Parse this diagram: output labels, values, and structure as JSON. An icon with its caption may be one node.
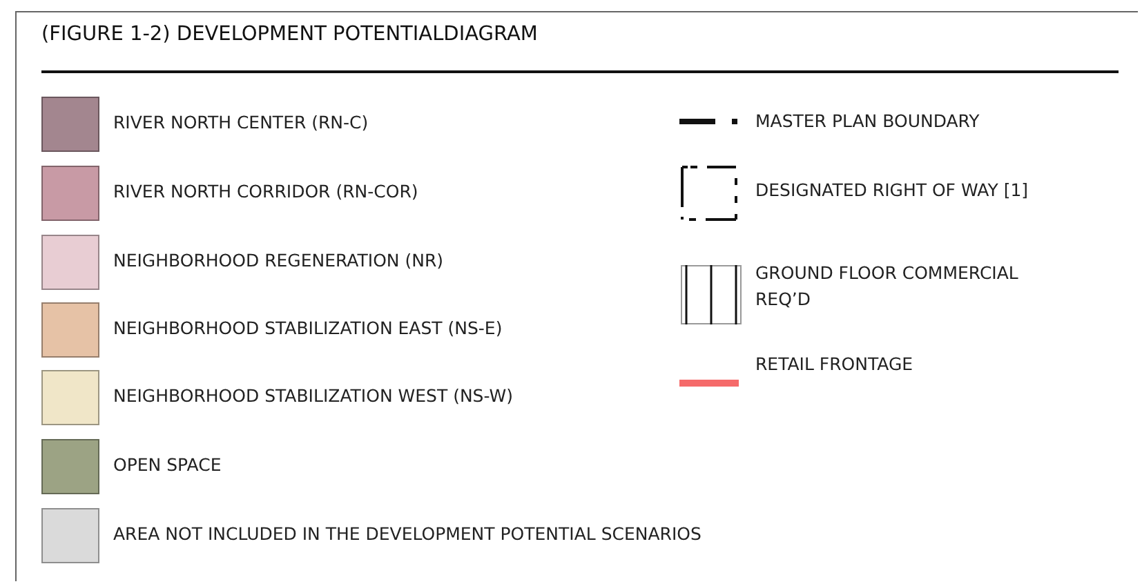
{
  "diagram": {
    "title": "(FIGURE 1-2) DEVELOPMENT POTENTIALDIAGRAM",
    "legend": [
      {
        "text": "RIVER NORTH CENTER (RN-C)",
        "color": "#a3868f"
      },
      {
        "text": "RIVER NORTH CORRIDOR (RN-COR)",
        "color": "#c89aa5"
      },
      {
        "text": "NEIGHBORHOOD REGENERATION (NR)",
        "color": "#e8cdd3"
      },
      {
        "text": "NEIGHBORHOOD STABILIZATION EAST (NS-E)",
        "color": "#e6c2a6"
      },
      {
        "text": "NEIGHBORHOOD STABILIZATION WEST (NS-W)",
        "color": "#f0e6c8"
      },
      {
        "text": "OPEN SPACE",
        "color": "#9ca384"
      },
      {
        "text": "AREA NOT INCLUDED IN THE DEVELOPMENT POTENTIAL SCENARIOS",
        "color": "#dadada"
      },
      {
        "text": "MASTER PLAN BOUNDARY"
      },
      {
        "text": "DESIGNATED RIGHT OF WAY [1]"
      },
      {
        "text": "GROUND FLOOR COMMERCIAL REQ’D"
      },
      {
        "text": "RETAIL FRONTAGE"
      }
    ]
  }
}
